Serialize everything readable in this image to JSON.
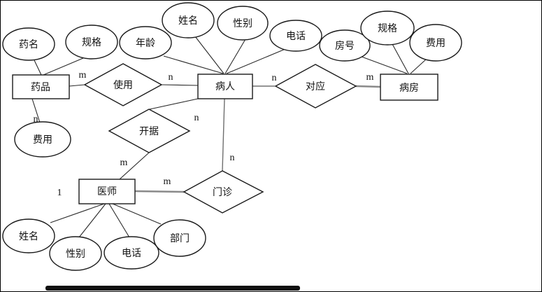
{
  "diagram": {
    "entities": {
      "yaopin": "药品",
      "bingren": "病人",
      "bingfang": "病房",
      "yishi": "医师"
    },
    "relationships": {
      "shiyong": "使用",
      "duiying": "对应",
      "kaiju": "开据",
      "menzhen": "门诊"
    },
    "attributes": {
      "yaoming": "药名",
      "guige_left": "规格",
      "nianling": "年龄",
      "xingming_top": "姓名",
      "xingbie_top": "性别",
      "dianhua_top": "电话",
      "fanghao": "房号",
      "guige_right": "规格",
      "feiyong_right": "费用",
      "feiyong_left": "费用",
      "xingming_bottom": "姓名",
      "xingbie_bottom": "性别",
      "dianhua_bottom": "电话",
      "bumen": "部门"
    },
    "cardinalities": {
      "shiyong_m": "m",
      "shiyong_n": "n",
      "duiying_n": "n",
      "duiying_m": "m",
      "kaiju_n": "n",
      "kaiju_m": "m",
      "menzhen_m": "m",
      "menzhen_n": "n",
      "feiyong_n": "n",
      "yishi_one": "1"
    },
    "colors": {
      "line": "#1a1a1a",
      "background": "#ffffff",
      "thick_connector": "#8a8a8a"
    }
  }
}
